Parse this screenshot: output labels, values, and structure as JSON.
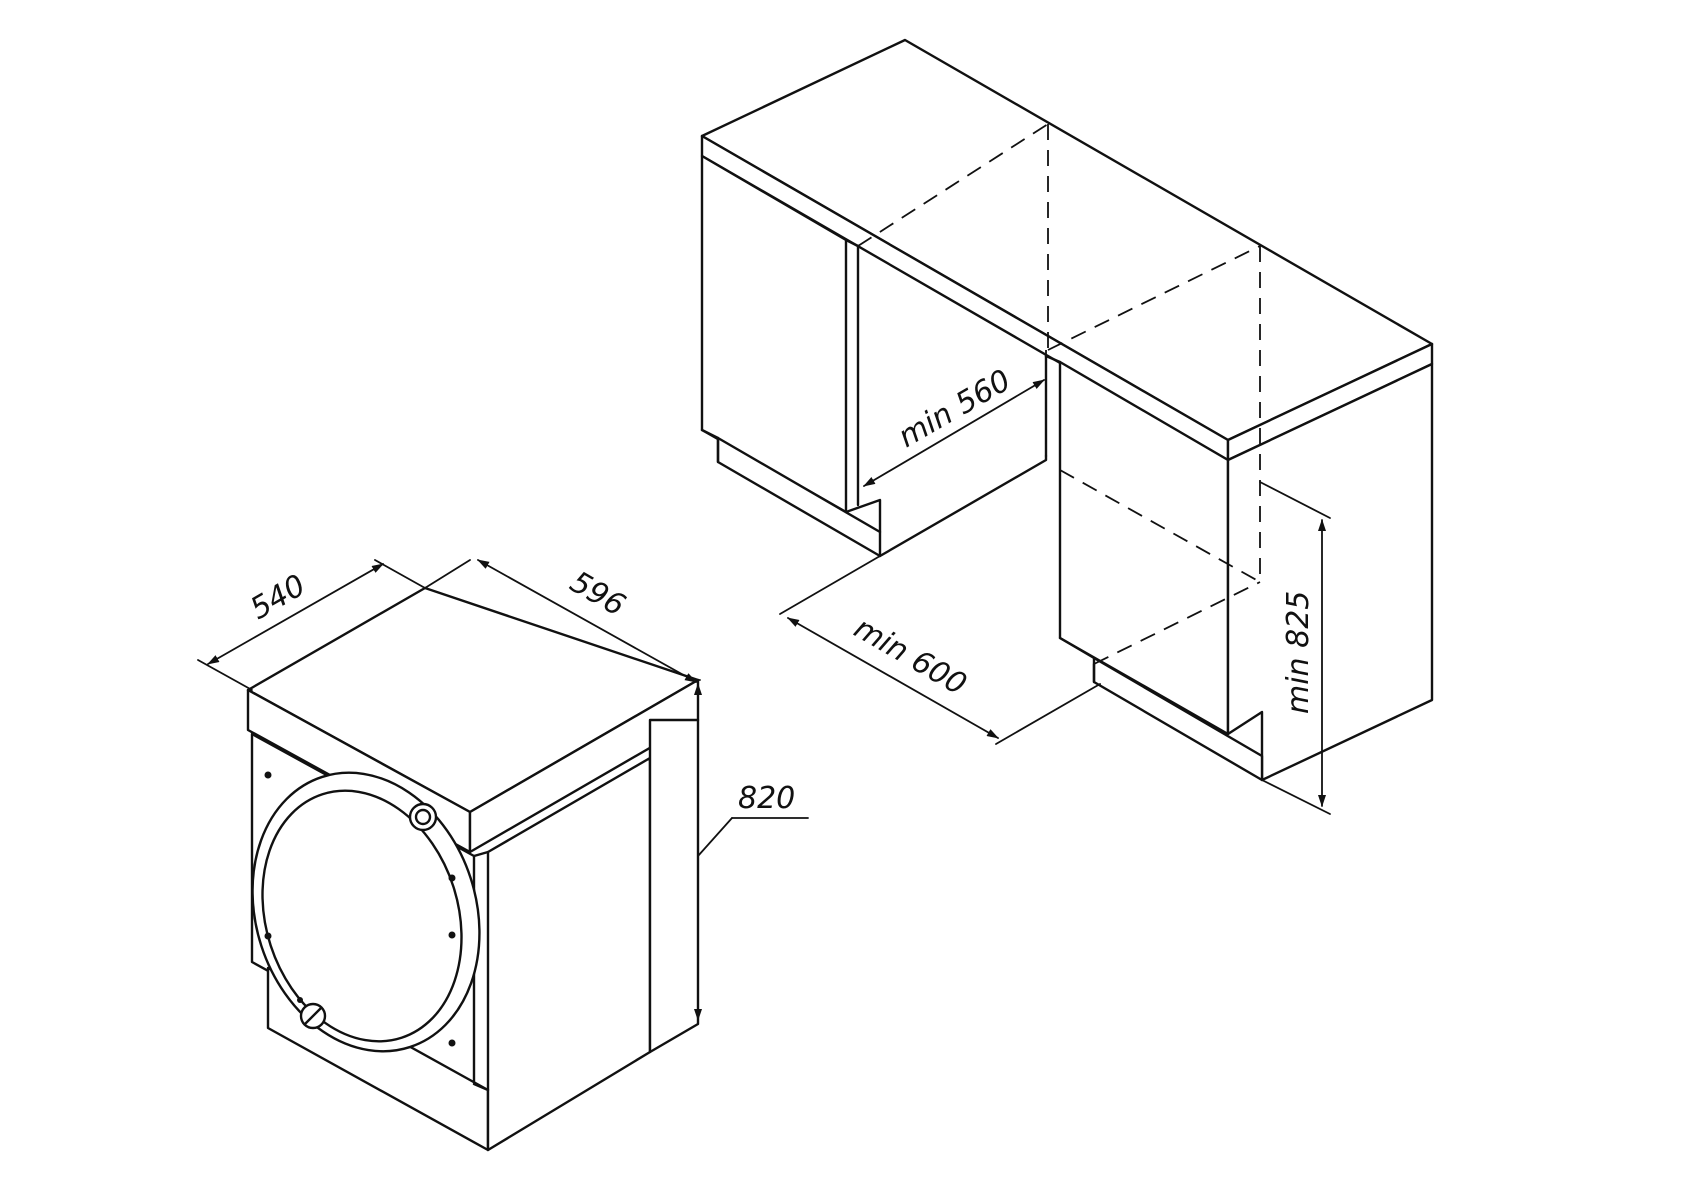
{
  "diagram": {
    "dimensions": {
      "appliance_depth": "540",
      "appliance_width": "596",
      "appliance_height": "820",
      "niche_min_depth": "min 560",
      "niche_min_width": "min 600",
      "niche_min_height": "min 825"
    },
    "colors": {
      "line": "#111111",
      "background": "#ffffff"
    }
  }
}
